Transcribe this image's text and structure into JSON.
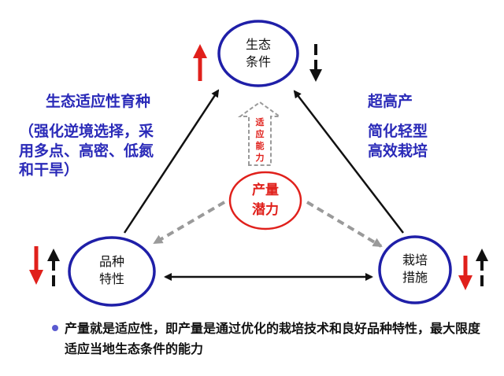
{
  "nodes": {
    "top": {
      "label": "生态\n条件"
    },
    "left": {
      "label": "品种\n特性"
    },
    "right": {
      "label": "栽培\n措施"
    },
    "center": {
      "label": "产量\n潜力"
    }
  },
  "adapt_label": "适应能力",
  "left_text": {
    "title": "生态适应性育种",
    "detail": "（强化逆境选择，采\n用多点、高密、低氮\n和干旱）"
  },
  "right_text": {
    "title": "超高产",
    "detail": "简化轻型\n高效栽培"
  },
  "bottom_text": "产量就是适应性，即产量是通过优化的栽培技术和良好品种特性，最大限度适应当地生态条件的能力",
  "colors": {
    "ellipse": "#1f1fa8",
    "red": "#e0201b",
    "blue_text": "#2a2ab8",
    "gray": "#9a9a9a"
  },
  "icons": [
    "up-red-arrow-icon",
    "down-dashed-black-arrow-icon",
    "up-dashed-black-arrow-icon",
    "down-red-arrow-icon",
    "bullet-icon"
  ]
}
